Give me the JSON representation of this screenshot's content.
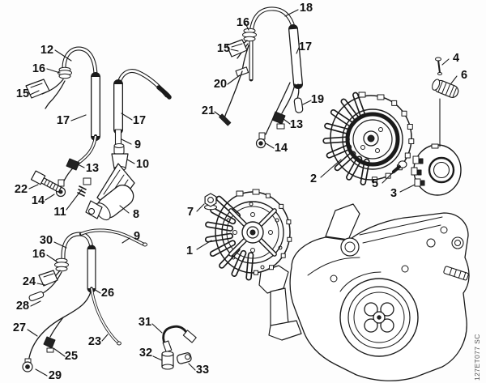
{
  "diagram": {
    "kind": "exploded-parts-diagram",
    "subject": "Ignition system with flywheel, ignition module, wiring harnesses and crankcase",
    "code": "127ET077 SC",
    "background_color": "#fdfdfd",
    "line_color": "#1a1a1a",
    "label_color": "#111111"
  },
  "callouts": [
    {
      "label": "12"
    },
    {
      "label": "16"
    },
    {
      "label": "15"
    },
    {
      "label": "17"
    },
    {
      "label": "17"
    },
    {
      "label": "9"
    },
    {
      "label": "10"
    },
    {
      "label": "13"
    },
    {
      "label": "22"
    },
    {
      "label": "14"
    },
    {
      "label": "11"
    },
    {
      "label": "8"
    },
    {
      "label": "18"
    },
    {
      "label": "16"
    },
    {
      "label": "15"
    },
    {
      "label": "17"
    },
    {
      "label": "20"
    },
    {
      "label": "21"
    },
    {
      "label": "19"
    },
    {
      "label": "13"
    },
    {
      "label": "14"
    },
    {
      "label": "4"
    },
    {
      "label": "6"
    },
    {
      "label": "2"
    },
    {
      "label": "5"
    },
    {
      "label": "3"
    },
    {
      "label": "7"
    },
    {
      "label": "1"
    },
    {
      "label": "30"
    },
    {
      "label": "9"
    },
    {
      "label": "16"
    },
    {
      "label": "24"
    },
    {
      "label": "28"
    },
    {
      "label": "26"
    },
    {
      "label": "27"
    },
    {
      "label": "23"
    },
    {
      "label": "25"
    },
    {
      "label": "29"
    },
    {
      "label": "31"
    },
    {
      "label": "32"
    },
    {
      "label": "33"
    }
  ]
}
